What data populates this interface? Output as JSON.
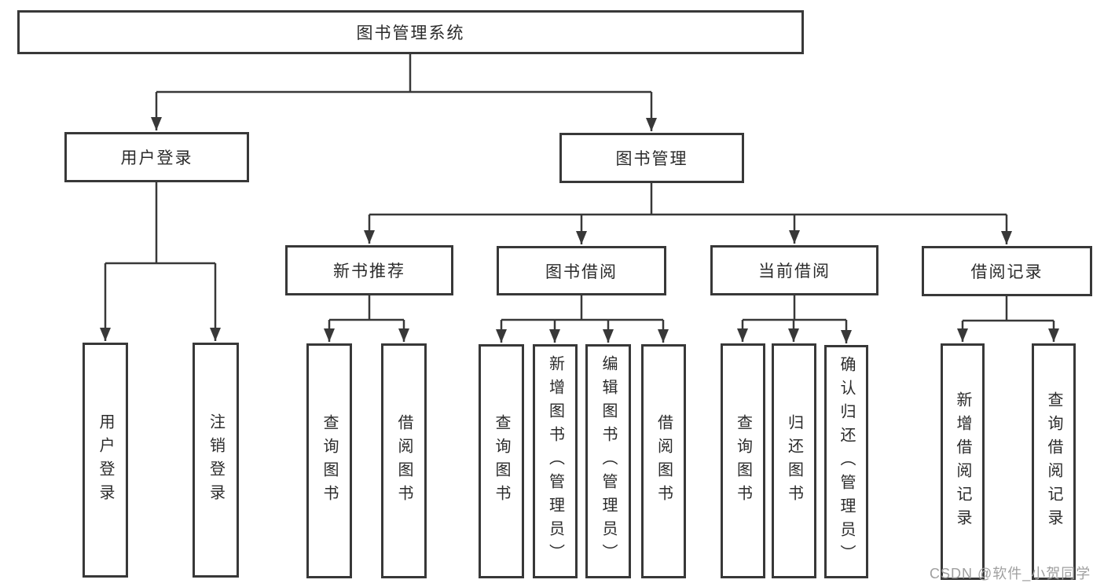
{
  "diagram": {
    "root": {
      "label": "图书管理系统"
    },
    "branches": [
      {
        "label": "用户登录",
        "children": [
          {
            "label": "用户登录"
          },
          {
            "label": "注销登录"
          }
        ]
      },
      {
        "label": "图书管理",
        "sections": [
          {
            "label": "新书推荐",
            "children": [
              {
                "label": "查询图书"
              },
              {
                "label": "借阅图书"
              }
            ]
          },
          {
            "label": "图书借阅",
            "children": [
              {
                "label": "查询图书"
              },
              {
                "label": "新增图书（管理员）"
              },
              {
                "label": "编辑图书（管理员）"
              },
              {
                "label": "借阅图书"
              }
            ]
          },
          {
            "label": "当前借阅",
            "children": [
              {
                "label": "查询图书"
              },
              {
                "label": "归还图书"
              },
              {
                "label": "确认归还（管理员）"
              }
            ]
          },
          {
            "label": "借阅记录",
            "children": [
              {
                "label": "新增借阅记录"
              },
              {
                "label": "查询借阅记录"
              }
            ]
          }
        ]
      }
    ]
  },
  "watermark": {
    "text": "CSDN @软件_小贺同学"
  },
  "colors": {
    "line": "#383838",
    "box_border": "#383838",
    "text": "#2b2b2b",
    "watermark_text": "#9f9f9f",
    "background": "#ffffff"
  }
}
